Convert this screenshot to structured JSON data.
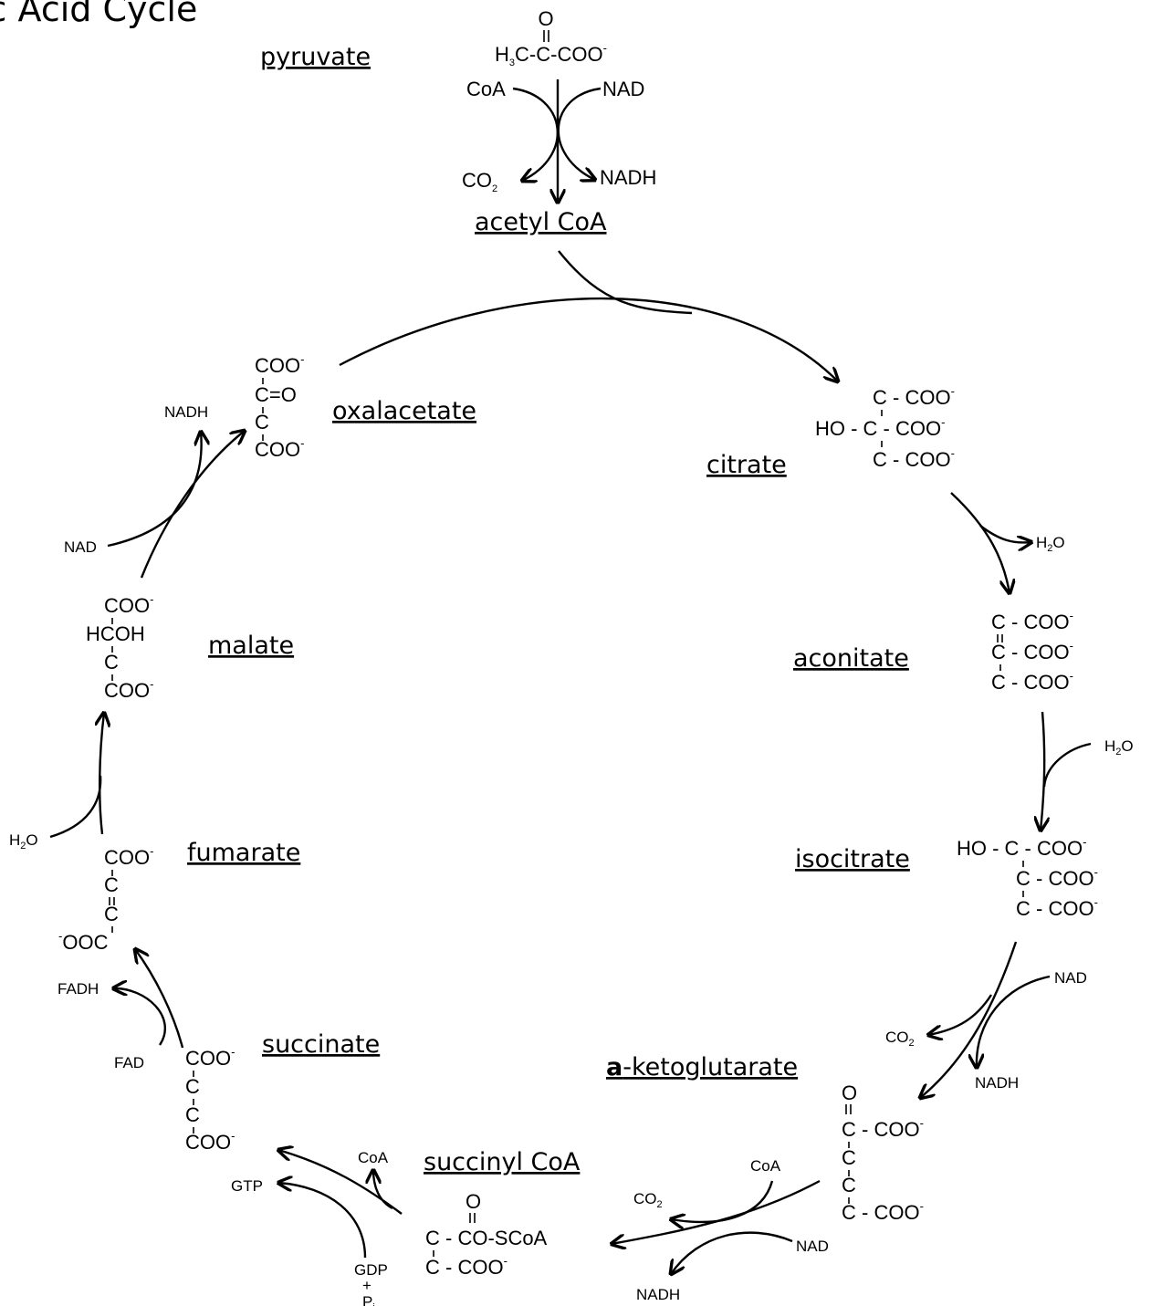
{
  "title": "ic Acid Cycle",
  "compounds": {
    "pyruvate": "pyruvate",
    "acetyl_coa": "acetyl CoA",
    "citrate": "citrate",
    "aconitate": "aconitate",
    "isocitrate": "isocitrate",
    "a_ketoglutarate_prefix": "a",
    "a_ketoglutarate_rest": "-ketoglutarate",
    "succinyl_coa": "succinyl CoA",
    "succinate": "succinate",
    "fumarate": "fumarate",
    "malate": "malate",
    "oxalacetate": "oxalacetate"
  },
  "cofactors": {
    "coa": "CoA",
    "nad": "NAD",
    "nadh": "NADH",
    "co2_main": "CO",
    "co2_sub": "2",
    "h2o_main": "H",
    "h2o_sub": "2",
    "h2o_tail": "O",
    "gdp": "GDP",
    "plus": "+",
    "pi_main": "P",
    "pi_sub": "i",
    "gtp": "GTP",
    "fad": "FAD",
    "fadh": "FADH"
  },
  "structures": {
    "pyruvate": {
      "o": "O",
      "h": "H",
      "h_sub": "3",
      "chain": "C-C-COO",
      "charge": "-"
    },
    "citrate": {
      "r1": "C - COO",
      "r2": "HO - C - COO",
      "r3": "C - COO",
      "charge": "-"
    },
    "aconitate": {
      "r1": "C - COO",
      "r2": "C - COO",
      "r3": "C - COO",
      "charge": "-"
    },
    "isocitrate": {
      "r1": "HO - C - COO",
      "r2": "C - COO",
      "r3": "C - COO",
      "charge": "-"
    },
    "a_ketoglutarate": {
      "o": "O",
      "r1": "C - COO",
      "r2": "C",
      "r3": "C",
      "r4": "C - COO",
      "charge": "-"
    },
    "succinyl_coa": {
      "o": "O",
      "r1": "C - CO-SCoA",
      "r2": "C - COO",
      "charge": "-"
    },
    "succinate": {
      "r1": "COO",
      "r2": "C",
      "r3": "C",
      "r4": "COO",
      "charge": "-"
    },
    "fumarate": {
      "r1": "COO",
      "r2": "C",
      "r3": "C",
      "r4_pre": "-",
      "r4": "OOC",
      "charge": "-"
    },
    "malate": {
      "r1": "COO",
      "r2": "HCOH",
      "r3": "C",
      "r4": "COO",
      "charge": "-"
    },
    "oxalacetate": {
      "r1": "COO",
      "r2": "C=O",
      "r3": "C",
      "r4": "COO",
      "charge": "-"
    }
  }
}
